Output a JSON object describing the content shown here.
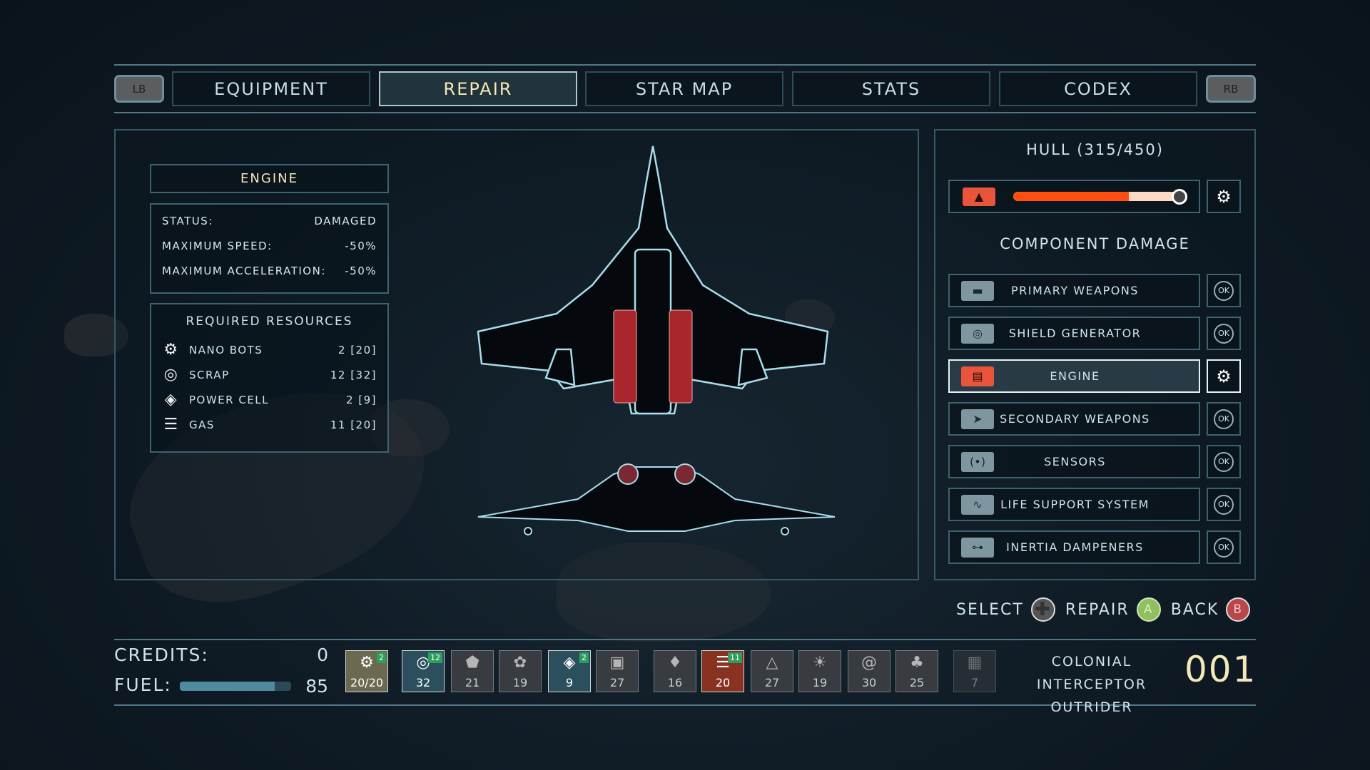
{
  "tabs": {
    "lb": "LB",
    "rb": "RB",
    "items": [
      {
        "label": "EQUIPMENT"
      },
      {
        "label": "REPAIR",
        "active": true
      },
      {
        "label": "STAR MAP"
      },
      {
        "label": "STATS"
      },
      {
        "label": "CODEX"
      }
    ]
  },
  "component": {
    "title": "ENGINE",
    "stats": [
      {
        "label": "STATUS:",
        "value": "DAMAGED"
      },
      {
        "label": "MAXIMUM SPEED:",
        "value": "-50%"
      },
      {
        "label": "MAXIMUM ACCELERATION:",
        "value": "-50%"
      }
    ],
    "resources_title": "REQUIRED RESOURCES",
    "resources": [
      {
        "icon": "nano-bots-icon",
        "glyph": "⚙",
        "name": "NANO BOTS",
        "value": "2 [20]"
      },
      {
        "icon": "scrap-icon",
        "glyph": "◎",
        "name": "SCRAP",
        "value": "12 [32]"
      },
      {
        "icon": "power-cell-icon",
        "glyph": "◈",
        "name": "POWER CELL",
        "value": "2 [9]"
      },
      {
        "icon": "gas-icon",
        "glyph": "☰",
        "name": "GAS",
        "value": "11 [20]"
      }
    ]
  },
  "hull": {
    "title": "HULL (315/450)",
    "current": 315,
    "max": 450,
    "fill_percent": 70
  },
  "damage": {
    "title": "COMPONENT DAMAGE",
    "items": [
      {
        "label": "PRIMARY WEAPONS",
        "glyph": "▬",
        "state": "OK"
      },
      {
        "label": "SHIELD GENERATOR",
        "glyph": "◎",
        "state": "OK"
      },
      {
        "label": "ENGINE",
        "glyph": "▤",
        "state": "repair",
        "selected": true
      },
      {
        "label": "SECONDARY WEAPONS",
        "glyph": "➤",
        "state": "OK"
      },
      {
        "label": "SENSORS",
        "glyph": "(•)",
        "state": "OK"
      },
      {
        "label": "LIFE SUPPORT SYSTEM",
        "glyph": "∿",
        "state": "OK"
      },
      {
        "label": "INERTIA DAMPENERS",
        "glyph": "⊶",
        "state": "OK"
      }
    ]
  },
  "hints": {
    "select": "SELECT",
    "repair": "REPAIR",
    "repair_btn": "A",
    "back": "BACK",
    "back_btn": "B"
  },
  "footer": {
    "credits_label": "CREDITS:",
    "credits": "0",
    "fuel_label": "FUEL:",
    "fuel": "85",
    "fuel_percent": 85,
    "tiles": [
      {
        "glyph": "⚙",
        "value": "20/20",
        "badge": "2",
        "color": "#6b6a50"
      },
      {
        "glyph": "◎",
        "value": "32",
        "badge": "12",
        "color": "#2c4f5e"
      },
      {
        "glyph": "⬟",
        "value": "21"
      },
      {
        "glyph": "✿",
        "value": "19"
      },
      {
        "glyph": "◈",
        "value": "9",
        "badge": "2",
        "color": "#2c4f5e"
      },
      {
        "glyph": "▣",
        "value": "27"
      },
      {
        "glyph": "♦",
        "value": "16"
      },
      {
        "glyph": "☰",
        "value": "20",
        "badge": "11",
        "color": "#8a3222"
      },
      {
        "glyph": "△",
        "value": "27"
      },
      {
        "glyph": "☀",
        "value": "19"
      },
      {
        "glyph": "@",
        "value": "30"
      },
      {
        "glyph": "♣",
        "value": "25"
      },
      {
        "glyph": "▦",
        "value": "7",
        "dim": true
      }
    ],
    "ship_class": "COLONIAL INTERCEPTOR",
    "ship_name": "OUTRIDER",
    "ship_number": "001"
  },
  "colors": {
    "accent": "#f3e9b8",
    "hull_fill": "#ff4e0e",
    "hull_track": "#fcd9c4",
    "selected_icon": "#e8553a"
  }
}
